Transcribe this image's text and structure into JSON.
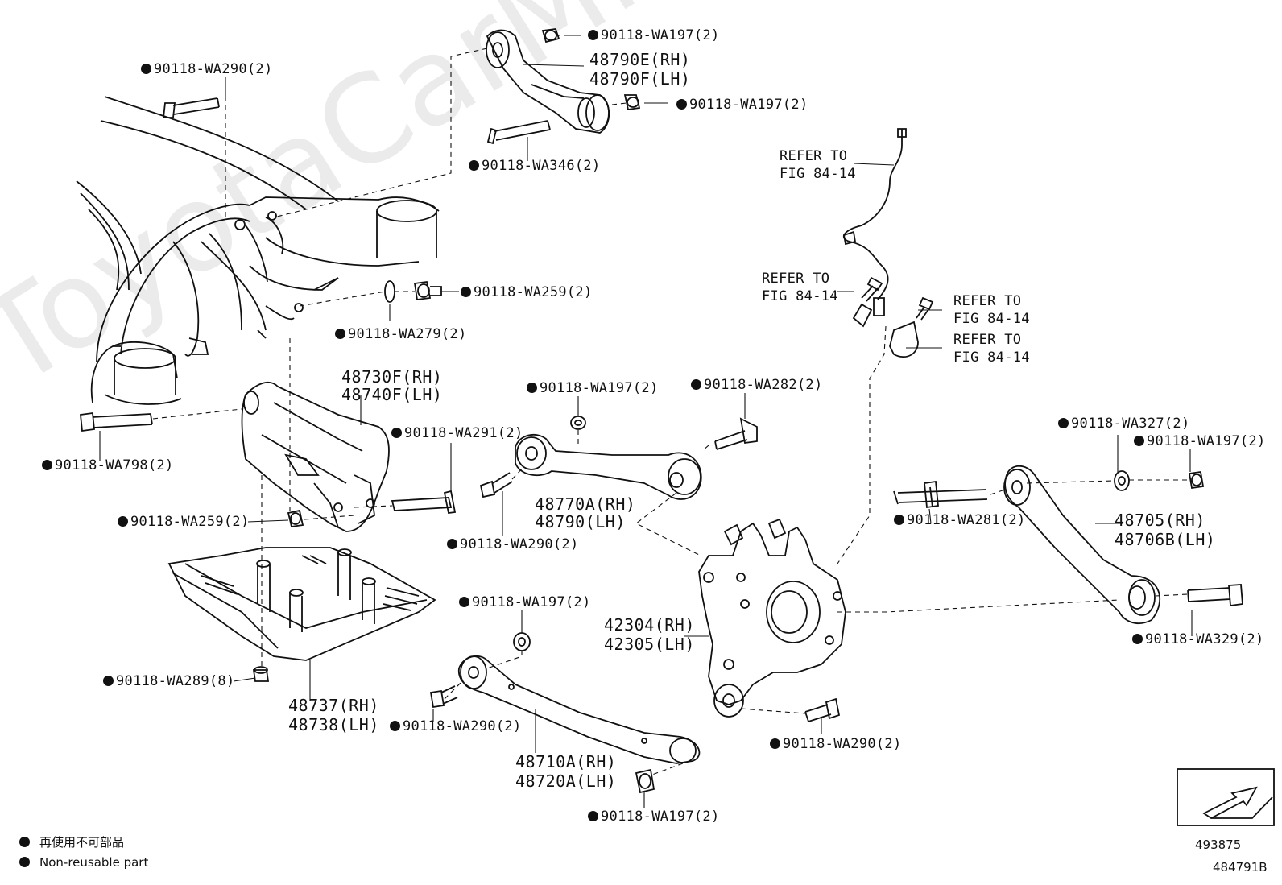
{
  "watermark": "ToyotaCarMine.ru",
  "labels": {
    "wa290_top": "90118-WA290(2)",
    "wa197_top": "90118-WA197(2)",
    "p48790e": "48790E(RH)",
    "p48790f": "48790F(LH)",
    "wa197_mid": "90118-WA197(2)",
    "wa346": "90118-WA346(2)",
    "refer1a": "REFER TO",
    "refer1b": "FIG 84-14",
    "refer2a": "REFER TO",
    "refer2b": "FIG 84-14",
    "refer3a": "REFER TO",
    "refer3b": "FIG 84-14",
    "refer4a": "REFER TO",
    "refer4b": "FIG 84-14",
    "wa259_top": "90118-WA259(2)",
    "wa279": "90118-WA279(2)",
    "p48730f": "48730F(RH)",
    "p48740f": "48740F(LH)",
    "wa197_c": "90118-WA197(2)",
    "wa282": "90118-WA282(2)",
    "wa291": "90118-WA291(2)",
    "wa798": "90118-WA798(2)",
    "p48770a": "48770A(RH)",
    "p48790": "48790(LH)",
    "wa259_left": "90118-WA259(2)",
    "wa290_c": "90118-WA290(2)",
    "wa327": "90118-WA327(2)",
    "wa197_r": "90118-WA197(2)",
    "wa281": "90118-WA281(2)",
    "p48705": "48705(RH)",
    "p48706b": "48706B(LH)",
    "wa197_low": "90118-WA197(2)",
    "p42304": "42304(RH)",
    "p42305": "42305(LH)",
    "wa329": "90118-WA329(2)",
    "wa289": "90118-WA289(8)",
    "p48737": "48737(RH)",
    "p48738": "48738(LH)",
    "wa290_low": "90118-WA290(2)",
    "wa290_r": "90118-WA290(2)",
    "p48710a": "48710A(RH)",
    "p48720a": "48720A(LH)",
    "wa197_bottom": "90118-WA197(2)"
  },
  "legend": {
    "japanese": "再使用不可部品",
    "english": "Non-reusable part"
  },
  "ref_numbers": {
    "upper": "493875",
    "lower": "484791B"
  },
  "icons": {
    "direction": "front-arrow-icon",
    "bullet": "non-reusable-dot-icon"
  }
}
